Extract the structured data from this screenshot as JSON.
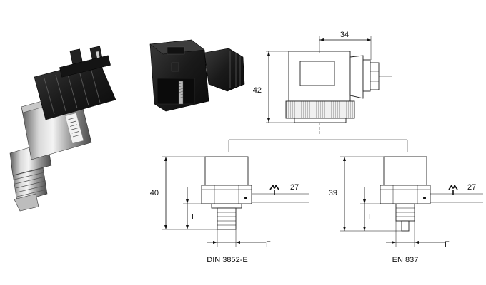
{
  "drawing": {
    "connector_width": "34",
    "connector_height": "42",
    "variant_left": {
      "height": "40",
      "thread_length": "L",
      "thread_size": "F",
      "wrench_size": "27",
      "standard": "DIN 3852-E"
    },
    "variant_right": {
      "height": "39",
      "thread_length": "L",
      "thread_size": "F",
      "wrench_size": "27",
      "standard": "EN 837"
    }
  },
  "colors": {
    "line": "#111111",
    "steel_light": "#e4e4e4",
    "steel_dark": "#6b6b6b",
    "plastic": "#1c1c1c"
  }
}
